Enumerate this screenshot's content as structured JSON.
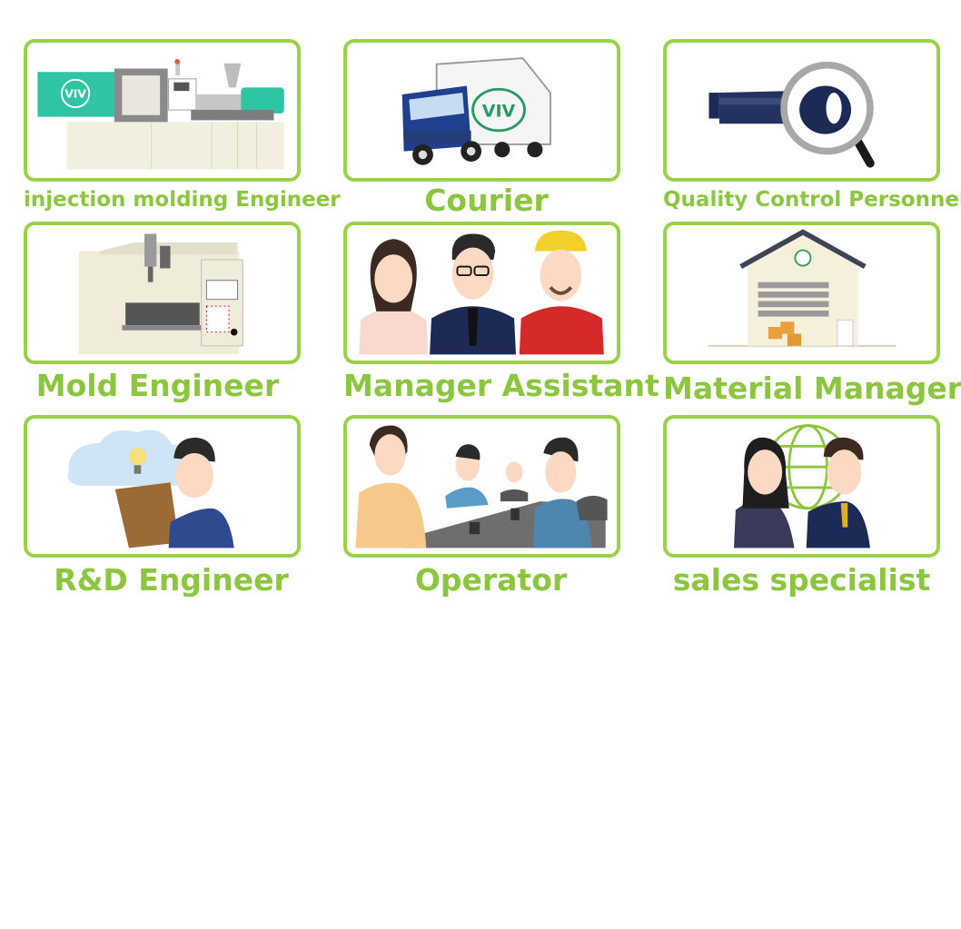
{
  "accent_color": "#9bd14a",
  "label_color": "#8cc63f",
  "cards": [
    {
      "label": "injection molding  Engineer",
      "icon": "injection-molding-machine-icon"
    },
    {
      "label": "Courier",
      "icon": "delivery-truck-icon"
    },
    {
      "label": "Quality Control Personnel",
      "icon": "magnifier-part-icon"
    },
    {
      "label": "Mold Engineer",
      "icon": "cnc-machine-icon"
    },
    {
      "label": "Manager Assistant",
      "icon": "three-staff-icon"
    },
    {
      "label": "Material Manager",
      "icon": "warehouse-icon"
    },
    {
      "label": "R&D Engineer",
      "icon": "idea-engineer-icon"
    },
    {
      "label": "Operator",
      "icon": "workers-table-icon"
    },
    {
      "label": "sales specialist",
      "icon": "globe-sales-people-icon"
    }
  ],
  "logo_text": "VIV"
}
